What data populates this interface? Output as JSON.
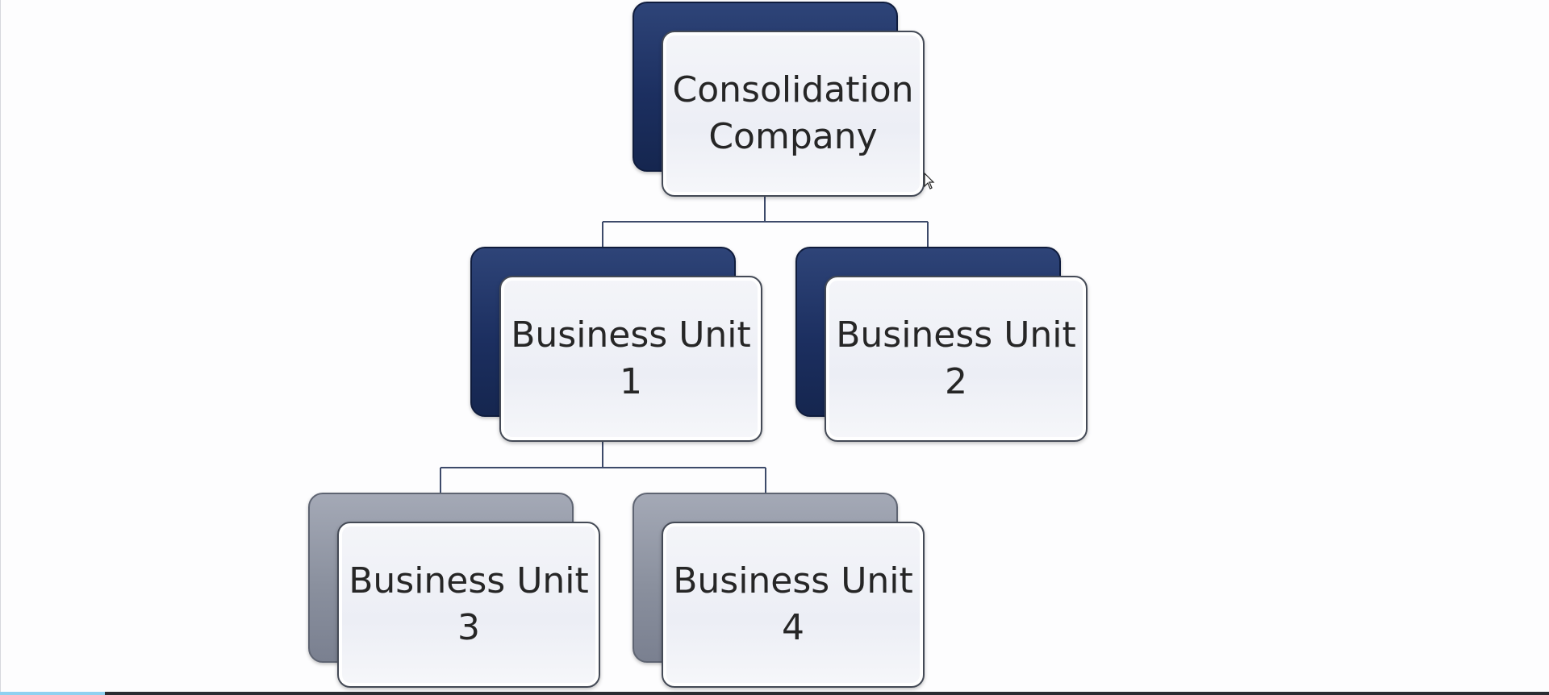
{
  "diagram": {
    "nodes": [
      {
        "id": "consolidation-company",
        "label": "Consolidation\nCompany",
        "style": "dark"
      },
      {
        "id": "business-unit-1",
        "label": "Business Unit\n1",
        "style": "dark"
      },
      {
        "id": "business-unit-2",
        "label": "Business Unit\n2",
        "style": "dark"
      },
      {
        "id": "business-unit-3",
        "label": "Business Unit\n3",
        "style": "grey"
      },
      {
        "id": "business-unit-4",
        "label": "Business Unit\n4",
        "style": "grey"
      }
    ],
    "edges": [
      {
        "from": "consolidation-company",
        "to": "business-unit-1"
      },
      {
        "from": "consolidation-company",
        "to": "business-unit-2"
      },
      {
        "from": "business-unit-1",
        "to": "business-unit-3"
      },
      {
        "from": "business-unit-1",
        "to": "business-unit-4"
      }
    ],
    "colors": {
      "dark_node": "#1c2f60",
      "grey_node": "#8a909e",
      "node_face": "#eceef5",
      "connector": "#3d4a6a"
    }
  }
}
